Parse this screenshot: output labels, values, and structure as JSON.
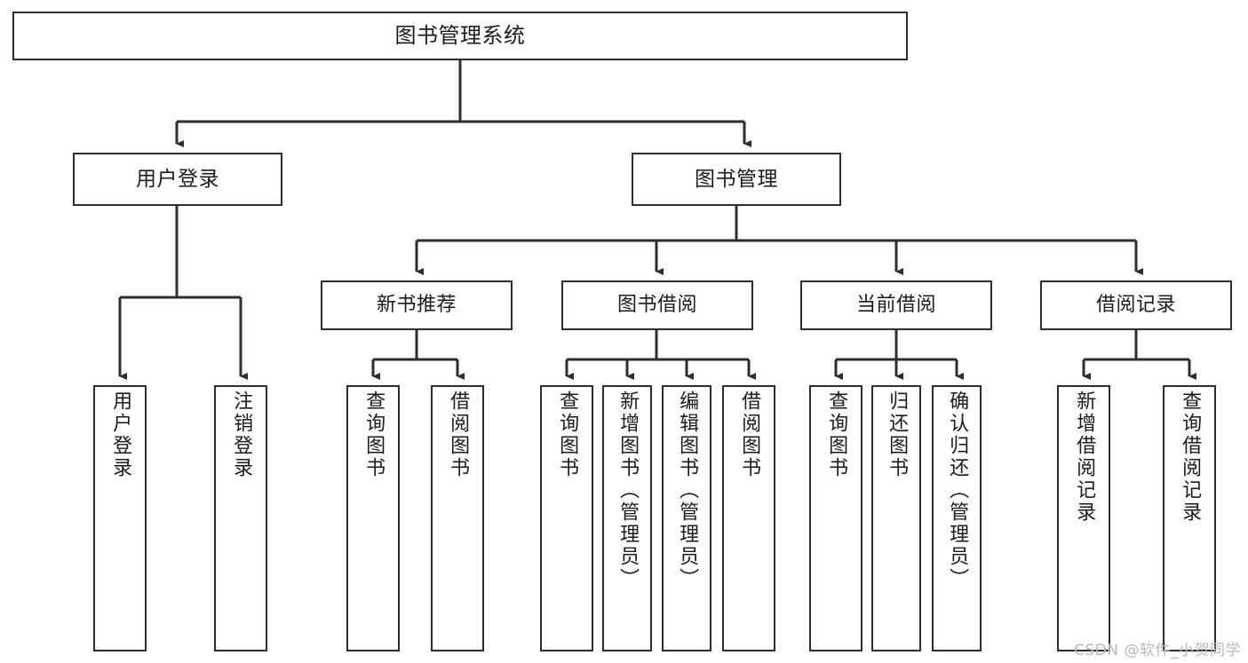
{
  "diagram": {
    "type": "tree-hierarchy",
    "title": "图书管理系统",
    "orientation": "top-down",
    "colors": {
      "box_border": "#2e2e2e",
      "box_fill": "#ffffff",
      "connector": "#2e2e2e",
      "text": "#1b1b1b",
      "watermark": "#b9b9b9",
      "canvas": "#ffffff"
    }
  },
  "nodes": {
    "root": {
      "label": "图书管理系统",
      "level": 1
    },
    "level2": [
      {
        "id": "user-login",
        "label": "用户登录"
      },
      {
        "id": "book-management",
        "label": "图书管理"
      }
    ],
    "level3": [
      {
        "id": "new-book-recommend",
        "label": "新书推荐"
      },
      {
        "id": "book-borrow",
        "label": "图书借阅"
      },
      {
        "id": "current-borrow",
        "label": "当前借阅"
      },
      {
        "id": "borrow-record",
        "label": "借阅记录"
      }
    ],
    "leaves": [
      {
        "id": "leaf-user-login",
        "label": "用户登录",
        "parent": "user-login"
      },
      {
        "id": "leaf-user-logout",
        "label": "注销登录",
        "parent": "user-login"
      },
      {
        "id": "leaf-query-book-1",
        "label": "查询图书",
        "parent": "new-book-recommend"
      },
      {
        "id": "leaf-borrow-book-1",
        "label": "借阅图书",
        "parent": "new-book-recommend"
      },
      {
        "id": "leaf-query-book-2",
        "label": "查询图书",
        "parent": "book-borrow"
      },
      {
        "id": "leaf-add-book",
        "label": "新增图书（管理员）",
        "parent": "book-borrow"
      },
      {
        "id": "leaf-edit-book",
        "label": "编辑图书（管理员）",
        "parent": "book-borrow"
      },
      {
        "id": "leaf-borrow-book-2",
        "label": "借阅图书",
        "parent": "book-borrow"
      },
      {
        "id": "leaf-query-book-3",
        "label": "查询图书",
        "parent": "current-borrow"
      },
      {
        "id": "leaf-return-book",
        "label": "归还图书",
        "parent": "current-borrow"
      },
      {
        "id": "leaf-confirm-return",
        "label": "确认归还（管理员）",
        "parent": "current-borrow"
      },
      {
        "id": "leaf-add-record",
        "label": "新增借阅记录",
        "parent": "borrow-record"
      },
      {
        "id": "leaf-query-record",
        "label": "查询借阅记录",
        "parent": "borrow-record"
      }
    ]
  },
  "watermark": {
    "text": "CSDN @软件_小贺同学"
  }
}
